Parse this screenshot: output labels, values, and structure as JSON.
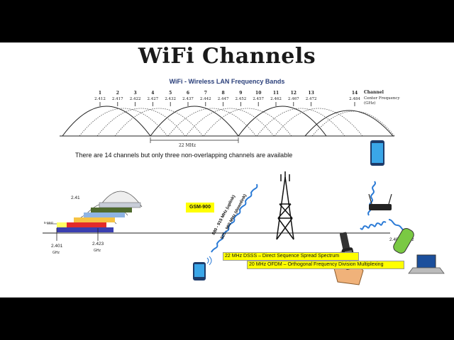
{
  "title": "WiFi Channels",
  "band_chart": {
    "title": "WiFi - Wireless LAN Frequency Bands",
    "channel_label": "Channel",
    "center_label": "Center Frequency",
    "unit_label": "(GHz)",
    "width_label": "22 MHz",
    "channels": [
      {
        "n": "1",
        "f": "2.412"
      },
      {
        "n": "2",
        "f": "2.417"
      },
      {
        "n": "3",
        "f": "2.422"
      },
      {
        "n": "4",
        "f": "2.427"
      },
      {
        "n": "5",
        "f": "2.432"
      },
      {
        "n": "6",
        "f": "2.437"
      },
      {
        "n": "7",
        "f": "2.442"
      },
      {
        "n": "8",
        "f": "2.447"
      },
      {
        "n": "9",
        "f": "2.452"
      },
      {
        "n": "10",
        "f": "2.457"
      },
      {
        "n": "11",
        "f": "2.462"
      },
      {
        "n": "12",
        "f": "2.467"
      },
      {
        "n": "13",
        "f": "2.472"
      },
      {
        "n": "14",
        "f": "2.484"
      }
    ]
  },
  "note": "There are 14 channels but only three non-overlapping channels are available",
  "spectrum": {
    "mhz_label": "5-MHz",
    "f_start": "2.401",
    "f_start_unit": "GHz",
    "f_second": "2.423",
    "f_second_unit": "GHz",
    "f_top": "2.41",
    "f_end": "2.4835 GHz",
    "gsm": "GSM-900",
    "uplink": "880 - 915 MHz (uplink)",
    "downlink": "925 - 960 MHz (downlink)",
    "dsss": "22 MHz DSSS – Direct Sequence Spread Spectrum",
    "ofdm": "20 MHz OFDM – Orthogonal Frequency Division Multiplexing"
  },
  "colors": {
    "band_blue": "#2a3f7a",
    "yellow": "#ffff00",
    "signal": "#2a7ad6",
    "phone_green": "#7ac943"
  }
}
